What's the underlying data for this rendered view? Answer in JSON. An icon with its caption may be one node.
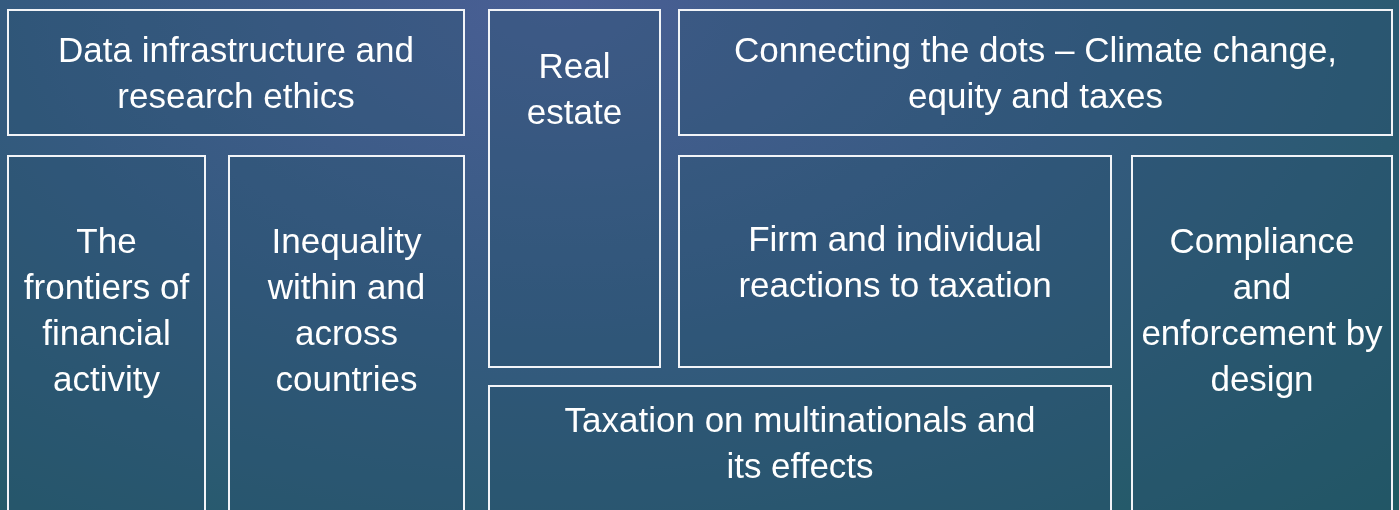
{
  "diagram": {
    "nodes": [
      {
        "text": [
          "Data infrastructure and research ethics"
        ]
      },
      {
        "text": [
          "The frontiers of financial activity"
        ]
      },
      {
        "text": [
          "Inequality within and across countries"
        ]
      },
      {
        "text": [
          "Real estate"
        ]
      },
      {
        "text": [
          "Connecting the dots – Climate change, equity and taxes"
        ]
      },
      {
        "text": [
          "Firm and individual reactions to taxation"
        ]
      },
      {
        "text": [
          "Compliance and enforcement by design"
        ]
      },
      {
        "text": [
          "Taxation on multinationals and its effects"
        ]
      }
    ]
  }
}
